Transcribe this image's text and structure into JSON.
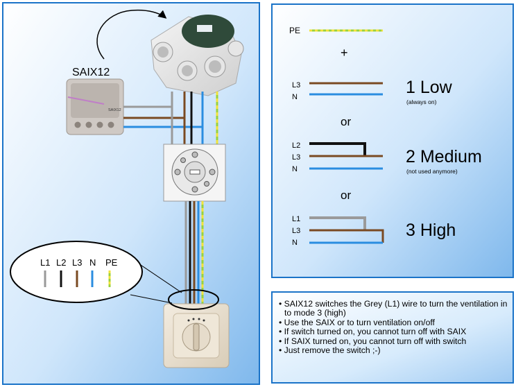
{
  "device": {
    "label": "SAIX12",
    "module_print": "SAIX12"
  },
  "callout": {
    "labels": [
      "L1",
      "L2",
      "L3",
      "N",
      "PE"
    ]
  },
  "legend": {
    "pe_label": "PE",
    "plus": "+",
    "or_1": "or",
    "or_2": "or",
    "mode1": {
      "wires": [
        "L3",
        "N"
      ],
      "title": "1 Low",
      "note": "(always on)"
    },
    "mode2": {
      "wires": [
        "L2",
        "L3",
        "N"
      ],
      "title": "2 Medium",
      "note": "(not used anymore)"
    },
    "mode3": {
      "wires": [
        "L1",
        "L3",
        "N"
      ],
      "title": "3 High"
    }
  },
  "notes": [
    "SAIX12 switches the Grey (L1) wire to turn the ventilation in to mode 3 (high)",
    "Use the SAIX or to turn ventilation on/off",
    "If switch turned on, you cannot turn off with SAIX",
    "If SAIX turned on, you cannot turn off with switch",
    "Just remove the switch ;-)"
  ],
  "wire_colors": {
    "L1": "#9a9a9a",
    "L2": "#111111",
    "L3": "#7a4a22",
    "N": "#2a8de0",
    "PE_green": "#9bd23c",
    "PE_yellow": "#f2e23a"
  }
}
